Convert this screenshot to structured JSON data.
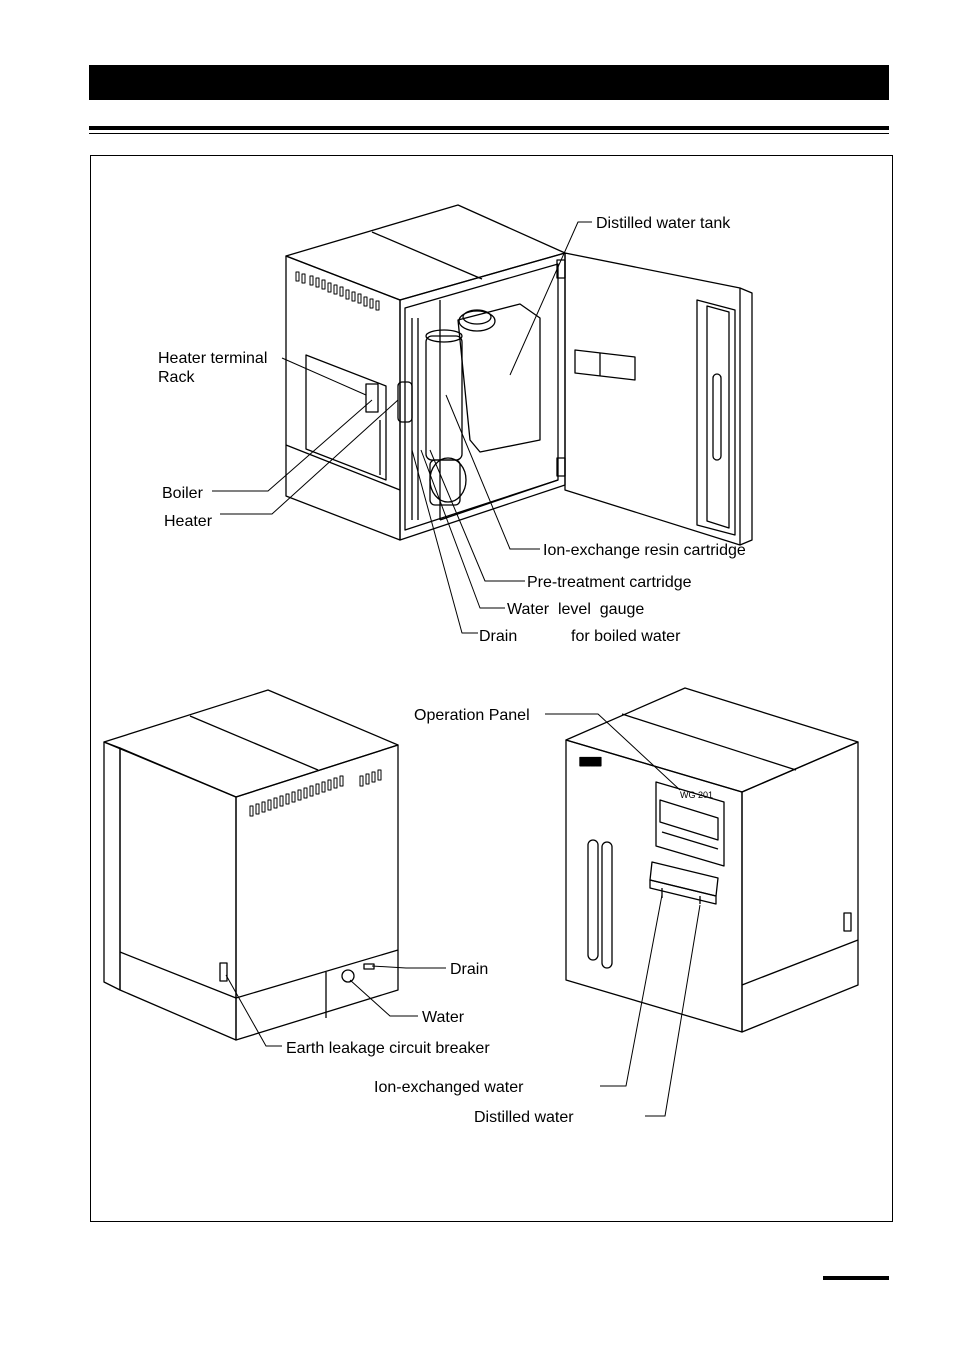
{
  "labels": {
    "distilled_water_tank": "Distilled water tank",
    "heater_terminal": "Heater terminal",
    "rack": "Rack",
    "boiler": "Boiler",
    "heater": "Heater",
    "ion_exchange_resin_cartridge": "Ion-exchange resin cartridge",
    "pre_treatment_cartridge": "Pre-treatment cartridge",
    "water_level_gauge": "Water  level  gauge",
    "drain_top": "Drain",
    "for_boiled_water": "for boiled water",
    "operation_panel": "Operation Panel",
    "drain_rear": "Drain",
    "water": "Water",
    "earth_leakage_circuit_breaker": "Earth leakage circuit breaker",
    "ion_exchanged_water": "Ion-exchanged water",
    "distilled_water": "Distilled water",
    "model": "WG 201"
  }
}
